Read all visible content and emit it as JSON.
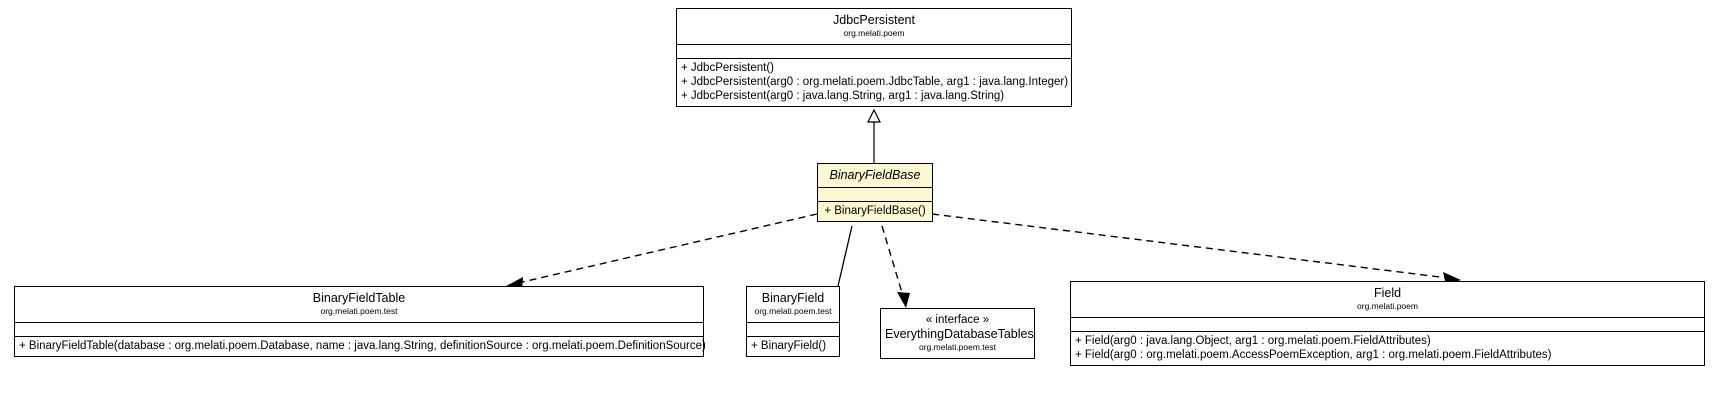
{
  "diagram": {
    "kind": "uml-class-diagram",
    "title": "BinaryFieldBase class hierarchy",
    "background": "#ffffff",
    "line_color": "#000000",
    "highlight_color": "#fcf9d2"
  },
  "classes": [
    {
      "id": "jdbcpersistent",
      "name": "JdbcPersistent",
      "package": "org.melati.poem",
      "stereotype": "",
      "italic": false,
      "highlight": false,
      "attributes": [],
      "operations": [
        "+ JdbcPersistent()",
        "+ JdbcPersistent(arg0 : org.melati.poem.JdbcTable, arg1 : java.lang.Integer)",
        "+ JdbcPersistent(arg0 : java.lang.String, arg1 : java.lang.String)"
      ],
      "ops_align": "left"
    },
    {
      "id": "binaryfieldbase",
      "name": "BinaryFieldBase",
      "package": "",
      "stereotype": "",
      "italic": true,
      "highlight": true,
      "attributes": [],
      "operations": [
        "+ BinaryFieldBase()"
      ],
      "ops_align": "center"
    },
    {
      "id": "binaryfieldtable",
      "name": "BinaryFieldTable",
      "package": "org.melati.poem.test",
      "stereotype": "",
      "italic": false,
      "highlight": false,
      "attributes": [],
      "operations": [
        "+ BinaryFieldTable(database : org.melati.poem.Database, name : java.lang.String, definitionSource : org.melati.poem.DefinitionSource)"
      ],
      "ops_align": "left"
    },
    {
      "id": "binaryfield",
      "name": "BinaryField",
      "package": "org.melati.poem.test",
      "stereotype": "",
      "italic": false,
      "highlight": false,
      "attributes": [],
      "operations": [
        "+ BinaryField()"
      ],
      "ops_align": "left"
    },
    {
      "id": "everythingdatabasetables",
      "name": "EverythingDatabaseTables",
      "package": "org.melati.poem.test",
      "stereotype": "« interface »",
      "italic": false,
      "highlight": false,
      "attributes": [],
      "operations": [],
      "ops_align": "center"
    },
    {
      "id": "field",
      "name": "Field",
      "package": "org.melati.poem",
      "stereotype": "",
      "italic": false,
      "highlight": false,
      "attributes": [],
      "operations": [
        "+ Field(arg0 : java.lang.Object, arg1 : org.melati.poem.FieldAttributes)",
        "+ Field(arg0 : org.melati.poem.AccessPoemException, arg1 : org.melati.poem.FieldAttributes)"
      ],
      "ops_align": "left"
    }
  ],
  "relations": [
    {
      "id": "rel-generalization",
      "type": "generalization",
      "from": "binaryfieldbase",
      "to": "jdbcpersistent",
      "style": "solid-hollow-triangle"
    },
    {
      "id": "rel-dep-table",
      "type": "dependency",
      "from": "binaryfieldbase",
      "to": "binaryfieldtable",
      "style": "dashed-open-arrow"
    },
    {
      "id": "rel-assoc-binaryfield",
      "type": "association",
      "from": "binaryfield",
      "to": "binaryfieldbase",
      "style": "solid-no-arrow"
    },
    {
      "id": "rel-dep-interface",
      "type": "dependency",
      "from": "binaryfieldbase",
      "to": "everythingdatabasetables",
      "style": "dashed-open-arrow"
    },
    {
      "id": "rel-dep-field",
      "type": "dependency",
      "from": "binaryfieldbase",
      "to": "field",
      "style": "dashed-open-arrow"
    }
  ]
}
